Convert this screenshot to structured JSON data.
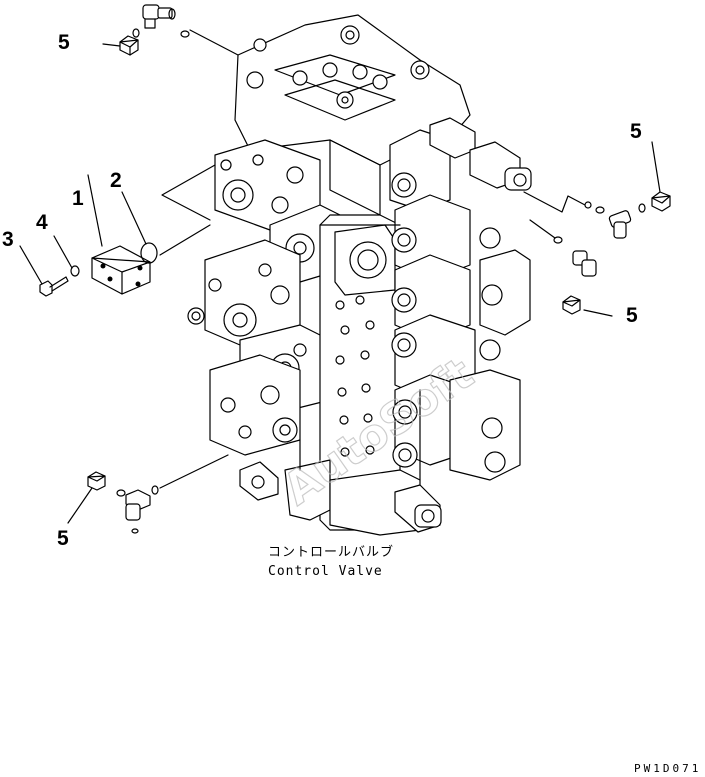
{
  "callouts": {
    "c1": "1",
    "c2": "2",
    "c3": "3",
    "c4": "4",
    "c5a": "5",
    "c5b": "5",
    "c5c": "5",
    "c5d": "5"
  },
  "caption": {
    "japanese": "コントロールバルブ",
    "english": "Control Valve"
  },
  "drawing_code": "PW1D071",
  "watermark": "AutoSoft"
}
